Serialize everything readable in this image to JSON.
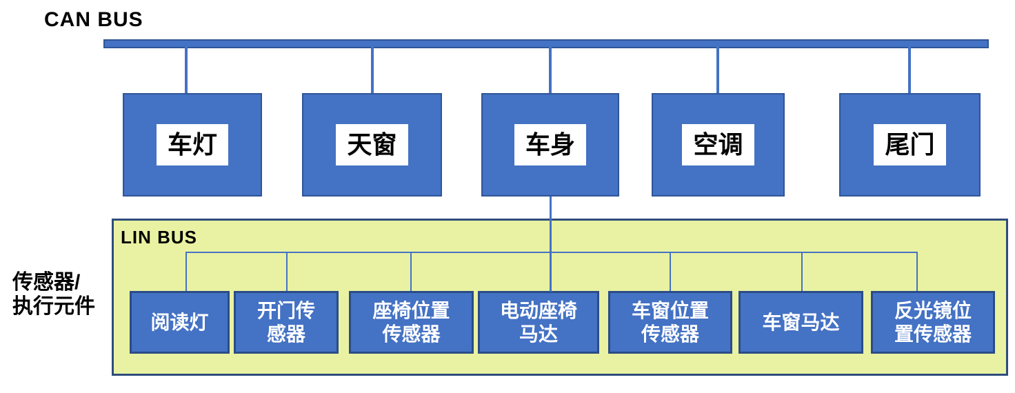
{
  "colors": {
    "node-blue": "#4472C4",
    "border-main": "#2F5597",
    "border-sub": "#2B4C87",
    "panel-yellow": "#E9F2A2",
    "panel-border": "#2E4C7C",
    "connector-blue": "#4472C4",
    "label-black": "#000000",
    "label-white": "#FFFFFF"
  },
  "can": {
    "label": "CAN BUS",
    "nodes": [
      {
        "label": "车灯"
      },
      {
        "label": "天窗"
      },
      {
        "label": "车身"
      },
      {
        "label": "空调"
      },
      {
        "label": "尾门"
      }
    ]
  },
  "lin": {
    "label": "LIN BUS",
    "nodes": [
      {
        "label": "阅读灯"
      },
      {
        "label": "开门传\n感器"
      },
      {
        "label": "座椅位置\n传感器"
      },
      {
        "label": "电动座椅\n马达"
      },
      {
        "label": "车窗位置\n传感器"
      },
      {
        "label": "车窗马达"
      },
      {
        "label": "反光镜位\n置传感器"
      }
    ]
  },
  "side_label": "传感器/\n执行元件"
}
